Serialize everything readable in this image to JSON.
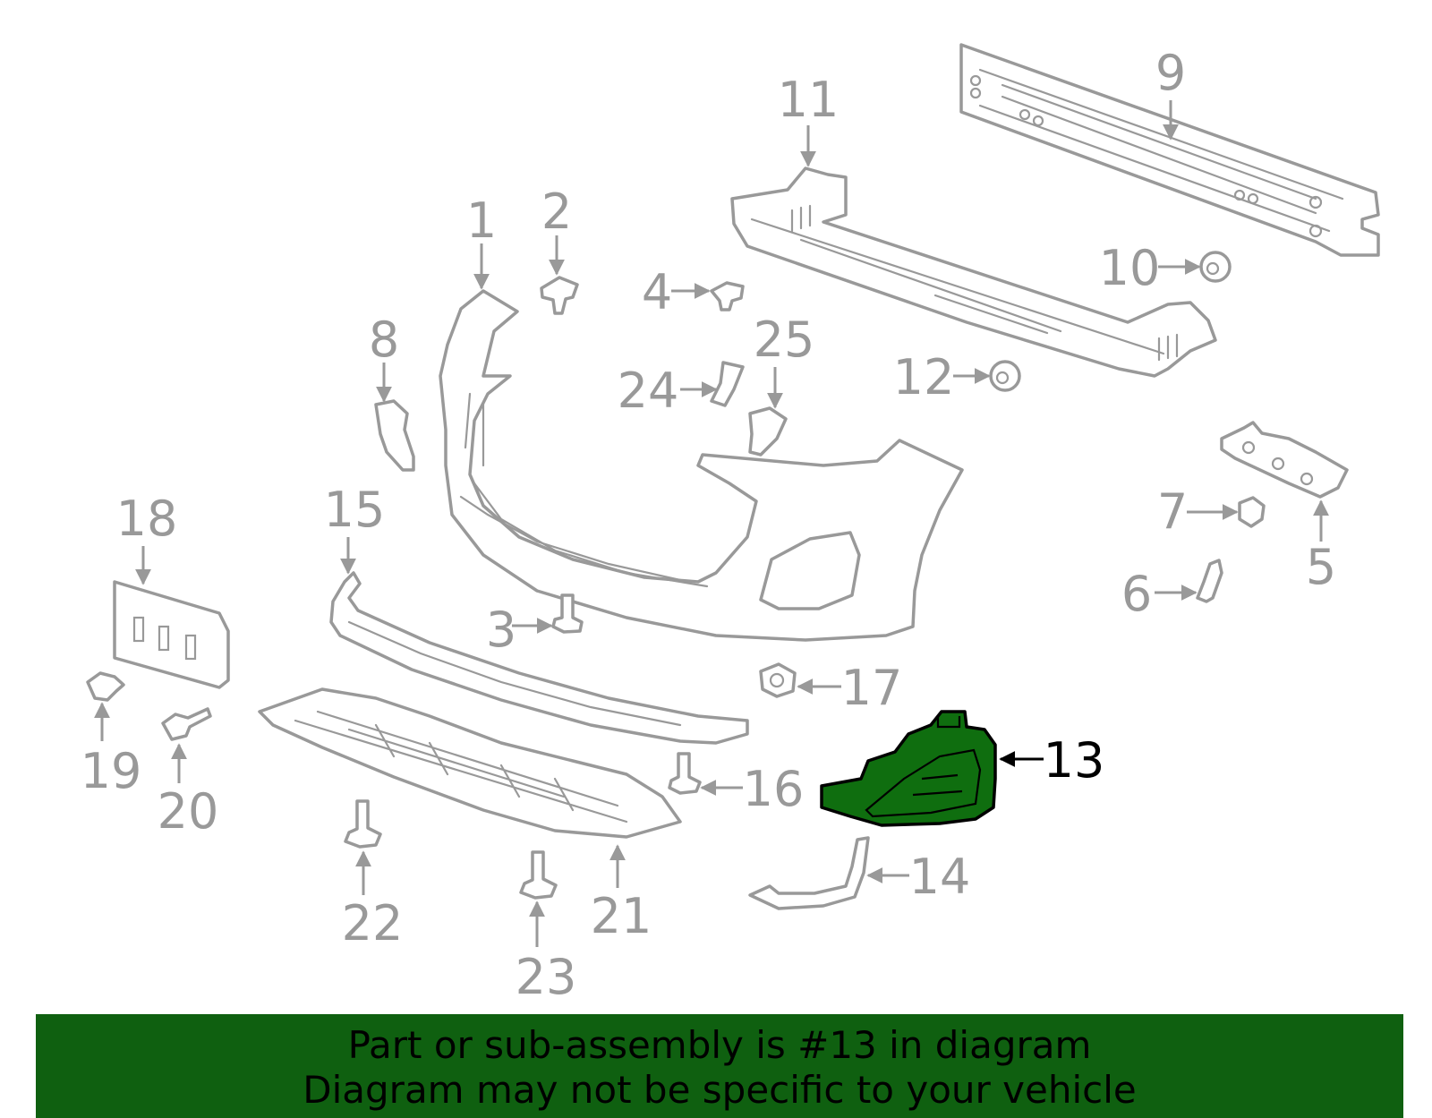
{
  "colors": {
    "part_outline": "#999999",
    "highlight_fill": "#0f6e0f",
    "highlight_outline": "#000000",
    "banner_bg": "#0f6010",
    "banner_text": "#000000"
  },
  "highlighted_part": "13",
  "callouts": [
    {
      "id": "1",
      "label": "1"
    },
    {
      "id": "2",
      "label": "2"
    },
    {
      "id": "3",
      "label": "3"
    },
    {
      "id": "4",
      "label": "4"
    },
    {
      "id": "5",
      "label": "5"
    },
    {
      "id": "6",
      "label": "6"
    },
    {
      "id": "7",
      "label": "7"
    },
    {
      "id": "8",
      "label": "8"
    },
    {
      "id": "9",
      "label": "9"
    },
    {
      "id": "10",
      "label": "10"
    },
    {
      "id": "11",
      "label": "11"
    },
    {
      "id": "12",
      "label": "12"
    },
    {
      "id": "13",
      "label": "13"
    },
    {
      "id": "14",
      "label": "14"
    },
    {
      "id": "15",
      "label": "15"
    },
    {
      "id": "16",
      "label": "16"
    },
    {
      "id": "17",
      "label": "17"
    },
    {
      "id": "18",
      "label": "18"
    },
    {
      "id": "19",
      "label": "19"
    },
    {
      "id": "20",
      "label": "20"
    },
    {
      "id": "21",
      "label": "21"
    },
    {
      "id": "22",
      "label": "22"
    },
    {
      "id": "23",
      "label": "23"
    },
    {
      "id": "24",
      "label": "24"
    },
    {
      "id": "25",
      "label": "25"
    }
  ],
  "banner": {
    "line1": "Part or sub-assembly is #13 in diagram",
    "line2": "Diagram may not be specific to your vehicle"
  }
}
